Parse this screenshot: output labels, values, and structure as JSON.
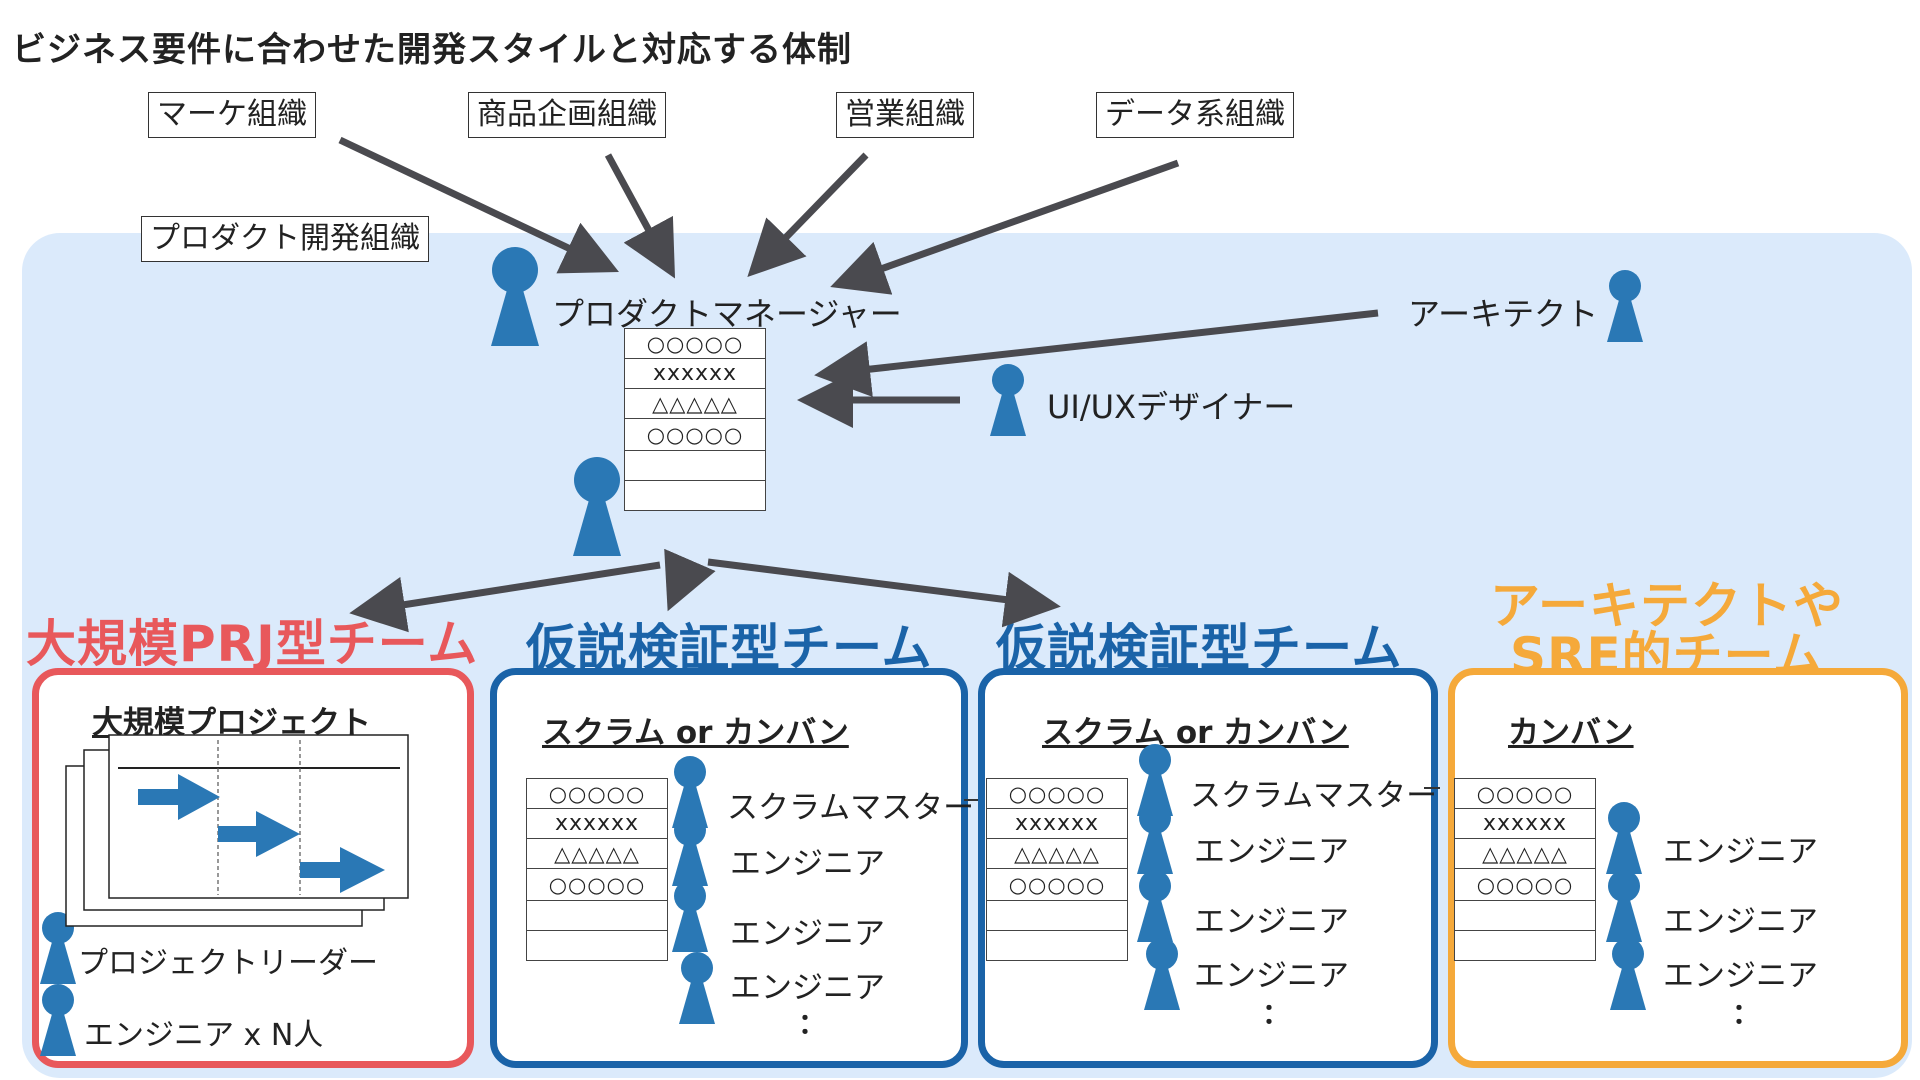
{
  "title": "ビジネス要件に合わせた開発スタイルと対応する体制",
  "orgs": {
    "marketing": "マーケ組織",
    "product_planning": "商品企画組織",
    "sales": "営業組織",
    "data": "データ系組織",
    "product_dev": "プロダクト開発組織"
  },
  "roles": {
    "product_manager": "プロダクトマネージャー",
    "architect": "アーキテクト",
    "ui_ux_designer": "UI/UXデザイナー"
  },
  "backlog_rows": [
    "○○○○○",
    "xxxxxx",
    "△△△△△",
    "○○○○○",
    "",
    ""
  ],
  "teams": {
    "large_prj": {
      "title": "大規模PRJ型チーム",
      "method": "大規模プロジェクト",
      "leader": "プロジェクトリーダー",
      "engineers": "エンジニア x N人",
      "color": "#e8585b"
    },
    "hypothesis_1": {
      "title": "仮説検証型チーム",
      "method": "スクラム or カンバン",
      "scrum_master": "スクラムマスター",
      "engineer": "エンジニア",
      "ellipsis": "：",
      "color": "#1a63a8"
    },
    "hypothesis_2": {
      "title": "仮説検証型チーム",
      "method": "スクラム or カンバン",
      "scrum_master": "スクラムマスター",
      "engineer": "エンジニア",
      "ellipsis": "：",
      "color": "#1a63a8"
    },
    "architect_sre": {
      "title_line1": "アーキテクトや",
      "title_line2": "SRE的チーム",
      "method": "カンバン",
      "engineer": "エンジニア",
      "ellipsis": "：",
      "color": "#f5a93a"
    }
  },
  "colors": {
    "person": "#2a78b5",
    "panel_bg": "#dbeafb",
    "arrow": "#4a4a4f",
    "gantt_arrow": "#2a78b5"
  }
}
